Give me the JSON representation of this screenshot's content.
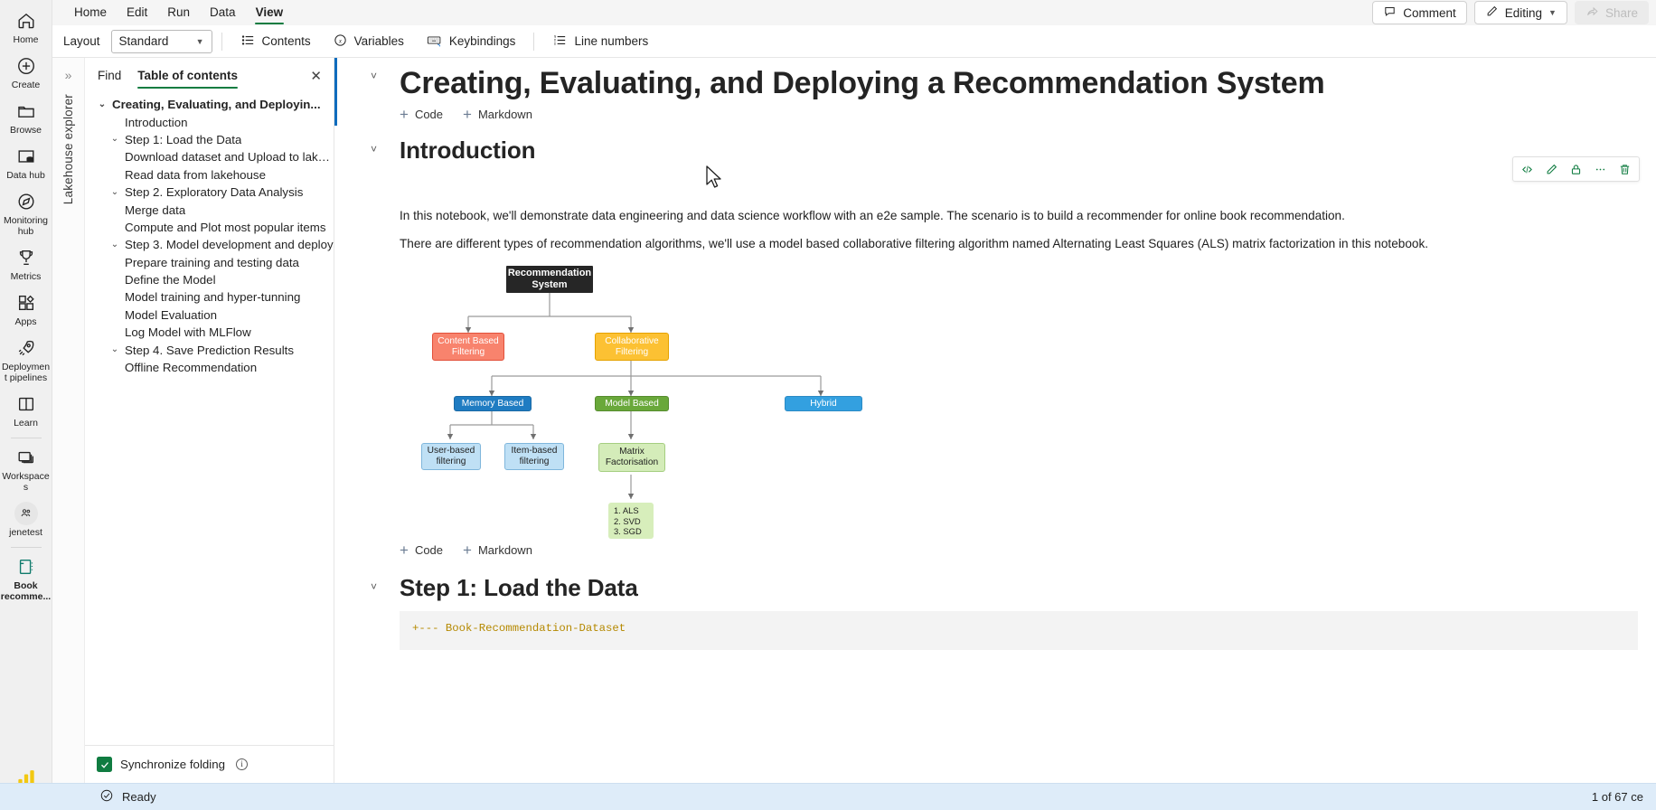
{
  "rail": {
    "items": [
      {
        "name": "home",
        "label": "Home",
        "icon": "home-icon"
      },
      {
        "name": "create",
        "label": "Create",
        "icon": "plus-circle-icon"
      },
      {
        "name": "browse",
        "label": "Browse",
        "icon": "folder-icon"
      },
      {
        "name": "data-hub",
        "label": "Data hub",
        "icon": "database-icon"
      },
      {
        "name": "monitoring-hub",
        "label": "Monitoring hub",
        "icon": "compass-icon"
      },
      {
        "name": "metrics",
        "label": "Metrics",
        "icon": "trophy-icon"
      },
      {
        "name": "apps",
        "label": "Apps",
        "icon": "apps-grid-icon"
      },
      {
        "name": "deployment-pipelines",
        "label": "Deployment pipelines",
        "icon": "rocket-icon"
      },
      {
        "name": "learn",
        "label": "Learn",
        "icon": "book-open-icon"
      },
      {
        "name": "workspaces",
        "label": "Workspaces",
        "icon": "workspaces-stack-icon"
      },
      {
        "name": "jenetest",
        "label": "jenetest",
        "icon": "workspace-avatar-icon"
      },
      {
        "name": "book-recommendation",
        "label": "Book recomme...",
        "icon": "notebook-icon"
      }
    ],
    "footer_icon": "power-bi-icon"
  },
  "menubar": {
    "tabs": [
      "Home",
      "Edit",
      "Run",
      "Data",
      "View"
    ],
    "active_tab": "View",
    "comment_label": "Comment",
    "editing_label": "Editing",
    "share_label": "Share"
  },
  "commandbar": {
    "layout_label": "Layout",
    "layout_value": "Standard",
    "contents_label": "Contents",
    "variables_label": "Variables",
    "keybindings_label": "Keybindings",
    "line_numbers_label": "Line numbers"
  },
  "lakehouse": {
    "vertical_label": "Lakehouse explorer",
    "expand_icon": "chevron-double-right-icon"
  },
  "toc": {
    "tabs": [
      "Find",
      "Table of contents"
    ],
    "active_tab": "Table of contents",
    "close_icon": "close-icon",
    "items": [
      {
        "level": 0,
        "chev": true,
        "label": "Creating, Evaluating, and Deployin..."
      },
      {
        "level": 1,
        "chev": false,
        "label": "Introduction"
      },
      {
        "level": 1,
        "chev": true,
        "label": "Step 1: Load the Data"
      },
      {
        "level": 2,
        "chev": false,
        "label": "Download dataset and Upload to lakeh..."
      },
      {
        "level": 2,
        "chev": false,
        "label": "Read data from lakehouse"
      },
      {
        "level": 1,
        "chev": true,
        "label": "Step 2. Exploratory Data Analysis"
      },
      {
        "level": 2,
        "chev": false,
        "label": "Merge data"
      },
      {
        "level": 2,
        "chev": false,
        "label": "Compute and Plot most popular items"
      },
      {
        "level": 1,
        "chev": true,
        "label": "Step 3. Model development and deploy"
      },
      {
        "level": 2,
        "chev": false,
        "label": "Prepare training and testing data"
      },
      {
        "level": 2,
        "chev": false,
        "label": "Define the Model"
      },
      {
        "level": 2,
        "chev": false,
        "label": "Model training and hyper-tunning"
      },
      {
        "level": 2,
        "chev": false,
        "label": "Model Evaluation"
      },
      {
        "level": 2,
        "chev": false,
        "label": "Log Model with MLFlow"
      },
      {
        "level": 1,
        "chev": true,
        "label": "Step 4. Save Prediction Results"
      },
      {
        "level": 2,
        "chev": false,
        "label": "Offline Recommendation"
      }
    ],
    "sync_folding_label": "Synchronize folding",
    "sync_folding_checked": true,
    "info_icon": "info-icon"
  },
  "notebook": {
    "title": "Creating, Evaluating, and Deploying a Recommendation System",
    "intro_heading": "Introduction",
    "paragraph_1": "In this notebook, we'll demonstrate data engineering and data science workflow with an e2e sample. The scenario is to build a recommender for online book recommendation.",
    "paragraph_2": "There are different types of recommendation algorithms, we'll use a model based collaborative filtering algorithm named Alternating Least Squares (ALS) matrix factorization in this notebook.",
    "step1_heading": "Step 1: Load the Data",
    "code_snippet": "+--- Book-Recommendation-Dataset",
    "add_code_label": "Code",
    "add_markdown_label": "Markdown",
    "cell_toolbar": [
      {
        "name": "code-view-icon",
        "glyph": "</>"
      },
      {
        "name": "edit-pencil-icon",
        "glyph": "pencil"
      },
      {
        "name": "lock-icon",
        "glyph": "lock"
      },
      {
        "name": "more-options-icon",
        "glyph": "ellipsis"
      },
      {
        "name": "delete-trash-icon",
        "glyph": "trash"
      }
    ]
  },
  "diagram": {
    "type": "tree",
    "title": "Recommendation System taxonomy",
    "nodes": [
      {
        "id": "root",
        "label": "Recommendation System",
        "style": "d-root"
      },
      {
        "id": "cbf",
        "label": "Content Based Filtering",
        "style": "d-content"
      },
      {
        "id": "cf",
        "label": "Collaborative Filtering",
        "style": "d-collab"
      },
      {
        "id": "mem",
        "label": "Memory Based",
        "style": "d-mem"
      },
      {
        "id": "modl",
        "label": "Model Based",
        "style": "d-model"
      },
      {
        "id": "hyb",
        "label": "Hybrid",
        "style": "d-hybrid"
      },
      {
        "id": "ubf",
        "label": "User-based filtering",
        "style": "d-lightblue"
      },
      {
        "id": "ibf",
        "label": "Item-based filtering",
        "style": "d-lightblue"
      },
      {
        "id": "mf",
        "label": "Matrix Factorisation",
        "style": "d-lightgreen"
      },
      {
        "id": "algos",
        "label": "1. ALS\n2. SVD\n3. SGD",
        "style": "d-list"
      }
    ],
    "algo_list": [
      "1. ALS",
      "2. SVD",
      "3. SGD"
    ],
    "edges": [
      [
        "root",
        "cbf"
      ],
      [
        "root",
        "cf"
      ],
      [
        "cf",
        "mem"
      ],
      [
        "cf",
        "modl"
      ],
      [
        "cf",
        "hyb"
      ],
      [
        "mem",
        "ubf"
      ],
      [
        "mem",
        "ibf"
      ],
      [
        "modl",
        "mf"
      ],
      [
        "mf",
        "algos"
      ]
    ]
  },
  "statusbar": {
    "status_icon": "check-circle-icon",
    "status_text": "Ready",
    "cell_counter": "1 of 67 ce"
  }
}
